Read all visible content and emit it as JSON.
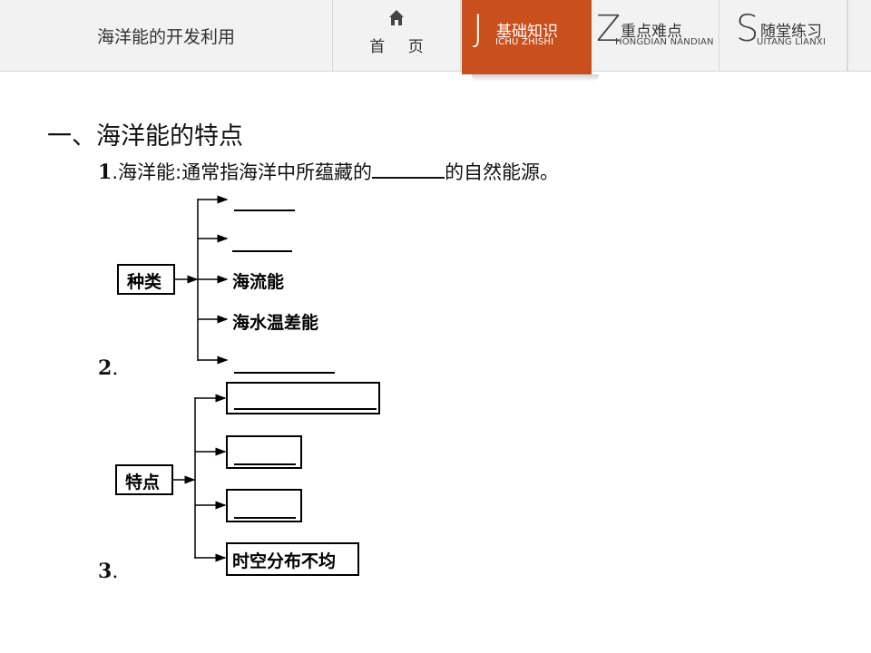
{
  "nav": {
    "title": "海洋能的开发利用",
    "home_label": "首 页",
    "tabs": [
      {
        "letter": "J",
        "cn": "基础知识",
        "en": "ICHU ZHISHI",
        "active": true
      },
      {
        "letter": "Z",
        "cn": "重点难点",
        "en": "HONGDIAN NANDIAN",
        "active": false
      },
      {
        "letter": "S",
        "cn": "随堂练习",
        "en": "UITANG LIANXI",
        "active": false
      }
    ],
    "accent_color": "#c9501d"
  },
  "content": {
    "heading": "一、海洋能的特点",
    "item1": {
      "num": "1",
      "pre": ".海洋能:通常指海洋中所蕴藏的",
      "post": "的自然能源。"
    },
    "item2": {
      "num": "2",
      "dot": "."
    },
    "item3": {
      "num": "3",
      "dot": "."
    },
    "types_diagram": {
      "root": "种类",
      "branches": [
        "",
        "",
        "海流能",
        "海水温差能",
        ""
      ]
    },
    "features_diagram": {
      "root": "特点",
      "branches": [
        "",
        "",
        "",
        "时空分布不均"
      ]
    }
  }
}
